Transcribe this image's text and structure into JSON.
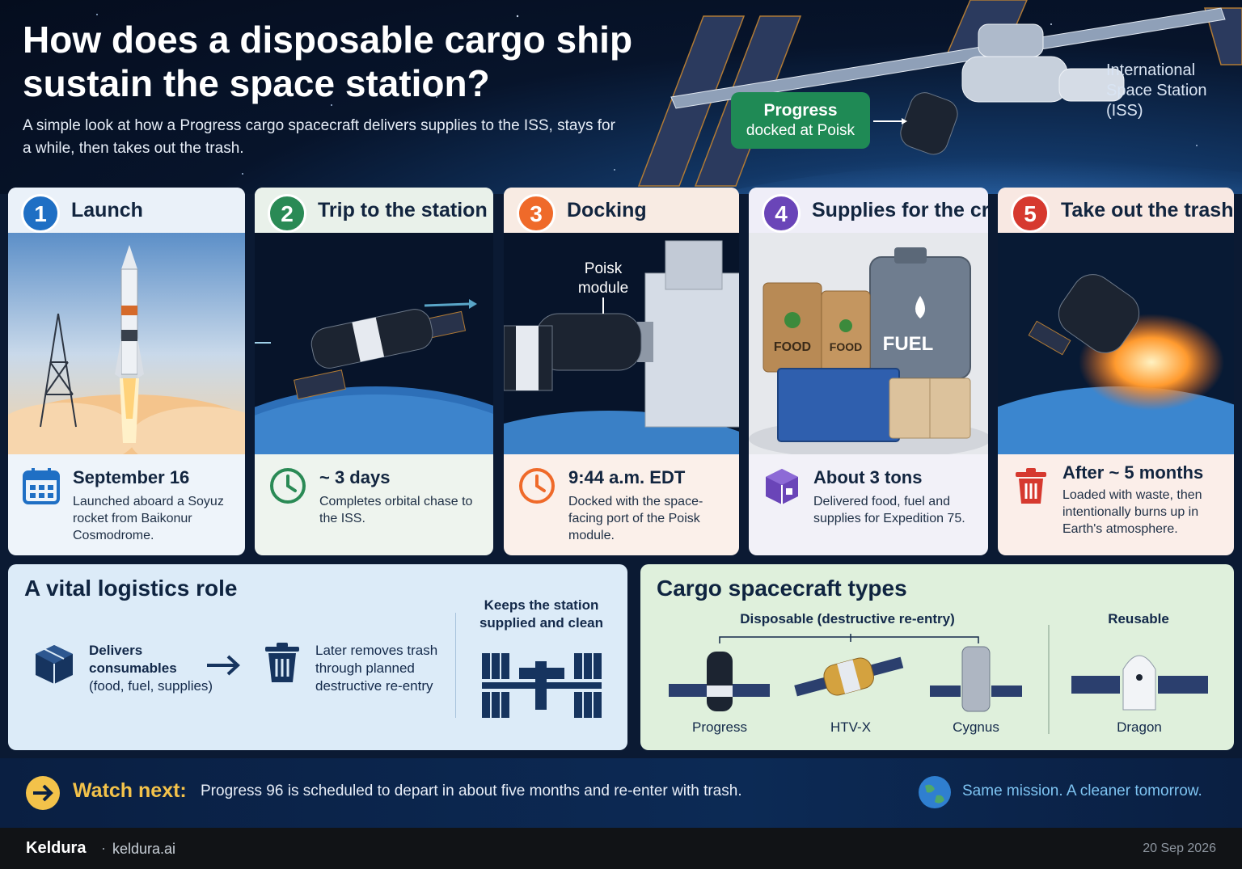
{
  "hero": {
    "title": "How does a disposable cargo ship sustain the space station?",
    "subtitle": "A simple look at how a Progress cargo spacecraft delivers supplies to the ISS, stays for a while, then takes out the trash.",
    "iss_label": "International Space Station (ISS)",
    "callout_line1": "Progress",
    "callout_line2": "docked at Poisk"
  },
  "steps": [
    {
      "number": "1",
      "title": "Launch",
      "icon": "calendar-icon",
      "stat": "September 16",
      "desc": "Launched aboard a Soyuz rocket from Baikonur Cosmodrome.",
      "color": "#1f6fc4"
    },
    {
      "number": "2",
      "title": "Trip to the station",
      "icon": "clock-icon",
      "stat": "~ 3 days",
      "desc": "Completes orbital chase to the ISS.",
      "color": "#2a8a55"
    },
    {
      "number": "3",
      "title": "Docking",
      "icon": "clock-icon",
      "stat": "9:44 a.m. EDT",
      "desc": "Docked with the space-facing port of the Poisk module.",
      "image_label_line1": "Poisk",
      "image_label_line2": "module",
      "color": "#ef6a2a"
    },
    {
      "number": "4",
      "title": "Supplies for the crew",
      "icon": "cube-icon",
      "stat": "About 3 tons",
      "desc": "Delivered food, fuel and supplies for Expedition 75.",
      "food_label": "FOOD",
      "fuel_label": "FUEL",
      "color": "#6a45b8"
    },
    {
      "number": "5",
      "title": "Take out the trash",
      "icon": "trash-icon",
      "stat": "After ~ 5 months",
      "desc": "Loaded with waste, then intentionally burns up in Earth's atmosphere.",
      "color": "#d6392f"
    }
  ],
  "logistics": {
    "heading": "A vital logistics role",
    "delivers_bold": "Delivers consumables",
    "delivers_rest": "(food, fuel, supplies)",
    "removes": "Later removes trash through planned destructive re-entry",
    "keeps": "Keeps the station supplied and clean"
  },
  "cargo": {
    "heading": "Cargo spacecraft types",
    "disposable_label": "Disposable (destructive re-entry)",
    "reusable_label": "Reusable",
    "crafts": [
      "Progress",
      "HTV-X",
      "Cygnus",
      "Dragon"
    ]
  },
  "banner": {
    "label": "Watch next:",
    "text": "Progress 96 is scheduled to depart in about five months and re-enter with trash.",
    "tagline": "Same mission. A cleaner tomorrow."
  },
  "footer": {
    "brand": "Keldura",
    "separator": "·",
    "url": "keldura.ai",
    "date": "20 Sep 2026"
  }
}
